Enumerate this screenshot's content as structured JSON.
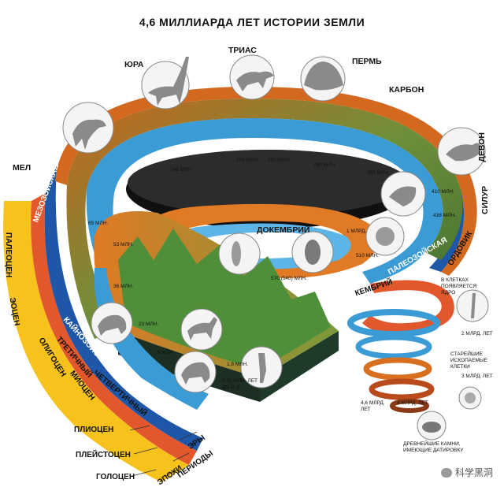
{
  "title": "4,6 МИЛЛИАРДА ЛЕТ ИСТОРИИ ЗЕМЛИ",
  "periods": {
    "jura": "ЮРА",
    "trias": "ТРИАС",
    "perm": "ПЕРМЬ",
    "karbon": "КАРБОН",
    "devon": "ДЕВОН",
    "silur": "СИЛУР",
    "ordovik": "ОРДОВИК",
    "kembriy": "КЕМБРИЙ",
    "mel": "МЕЛ",
    "dokembriy": "ДОКЕМБРИЙ"
  },
  "eras": {
    "mesozoic": "МЕЗОЗОЙСКАЯ",
    "paleozoic": "ПАЛЕОЗОЙСКАЯ",
    "cenozoic": "КАЙНОЗОЙСКАЯ"
  },
  "left_band": {
    "paleocen": "ПАЛЕОЦЕН",
    "eocen": "ЭОЦЕН",
    "oligocen": "ОЛИГОЦЕН",
    "miocen": "МИОЦЕН",
    "tretichny": "ТРЕТИЧНЫЙ",
    "chetvertichny": "ЧЕТВЕРТИЧНЫЙ"
  },
  "bottom_labels": {
    "pliocen": "ПЛИОЦЕН",
    "pleistocen": "ПЛЕЙСТОЦЕН",
    "golocen": "ГОЛОЦЕН",
    "ery": "ЭРЫ",
    "periody": "ПЕРИОДЫ",
    "epohi": "ЭПОХИ"
  },
  "ages": {
    "a146": "146 МЛН.",
    "a206": "206 МЛН.",
    "a250": "250 МЛН.",
    "a290": "290 МЛН.",
    "a355": "355 МЛН.",
    "a410": "410 МЛН.",
    "a438": "438 МЛН.",
    "a510": "510 МЛН.",
    "a1mlrd": "1 МЛРД.",
    "a570": "570 (540) МЛН.",
    "a65": "65 МЛН.",
    "a53": "53 МЛН.",
    "a36": "36 МЛН.",
    "a23": "23 МЛН.",
    "a5": "5 МЛН.",
    "a16": "1,6 МЛН.",
    "a001": "0,01 МЛН. ЛЕТ ДО Р. Х."
  },
  "spiral_notes": {
    "cells": "В КЛЕТКАХ ПОЯВЛЯЕТСЯ ЯДРО",
    "two_bn": "2 МЛРД. ЛЕТ",
    "oldest_cells": "СТАРЕЙШИЕ ИСКОПАЕМЫЕ КЛЕТКИ",
    "three_bn": "3 МЛРД. ЛЕТ",
    "four_six": "4,6 МЛРД. ЛЕТ",
    "four_bn": "4 МЛРД. ЛЕТ",
    "ancient_rocks": "ДРЕВНЕЙШИЕ КАМНИ, ИМЕЮЩИЕ ДАТИРОВКУ"
  },
  "watermark": "科学黑洞",
  "colors": {
    "ocean": "#3a9bd5",
    "land_green": "#4f8f3a",
    "land_orange": "#d9701f",
    "era_blue": "#1f57a8",
    "period_red": "#e2572b",
    "epoch_yellow": "#f6c21b",
    "slab_dark": "#203a2a"
  }
}
